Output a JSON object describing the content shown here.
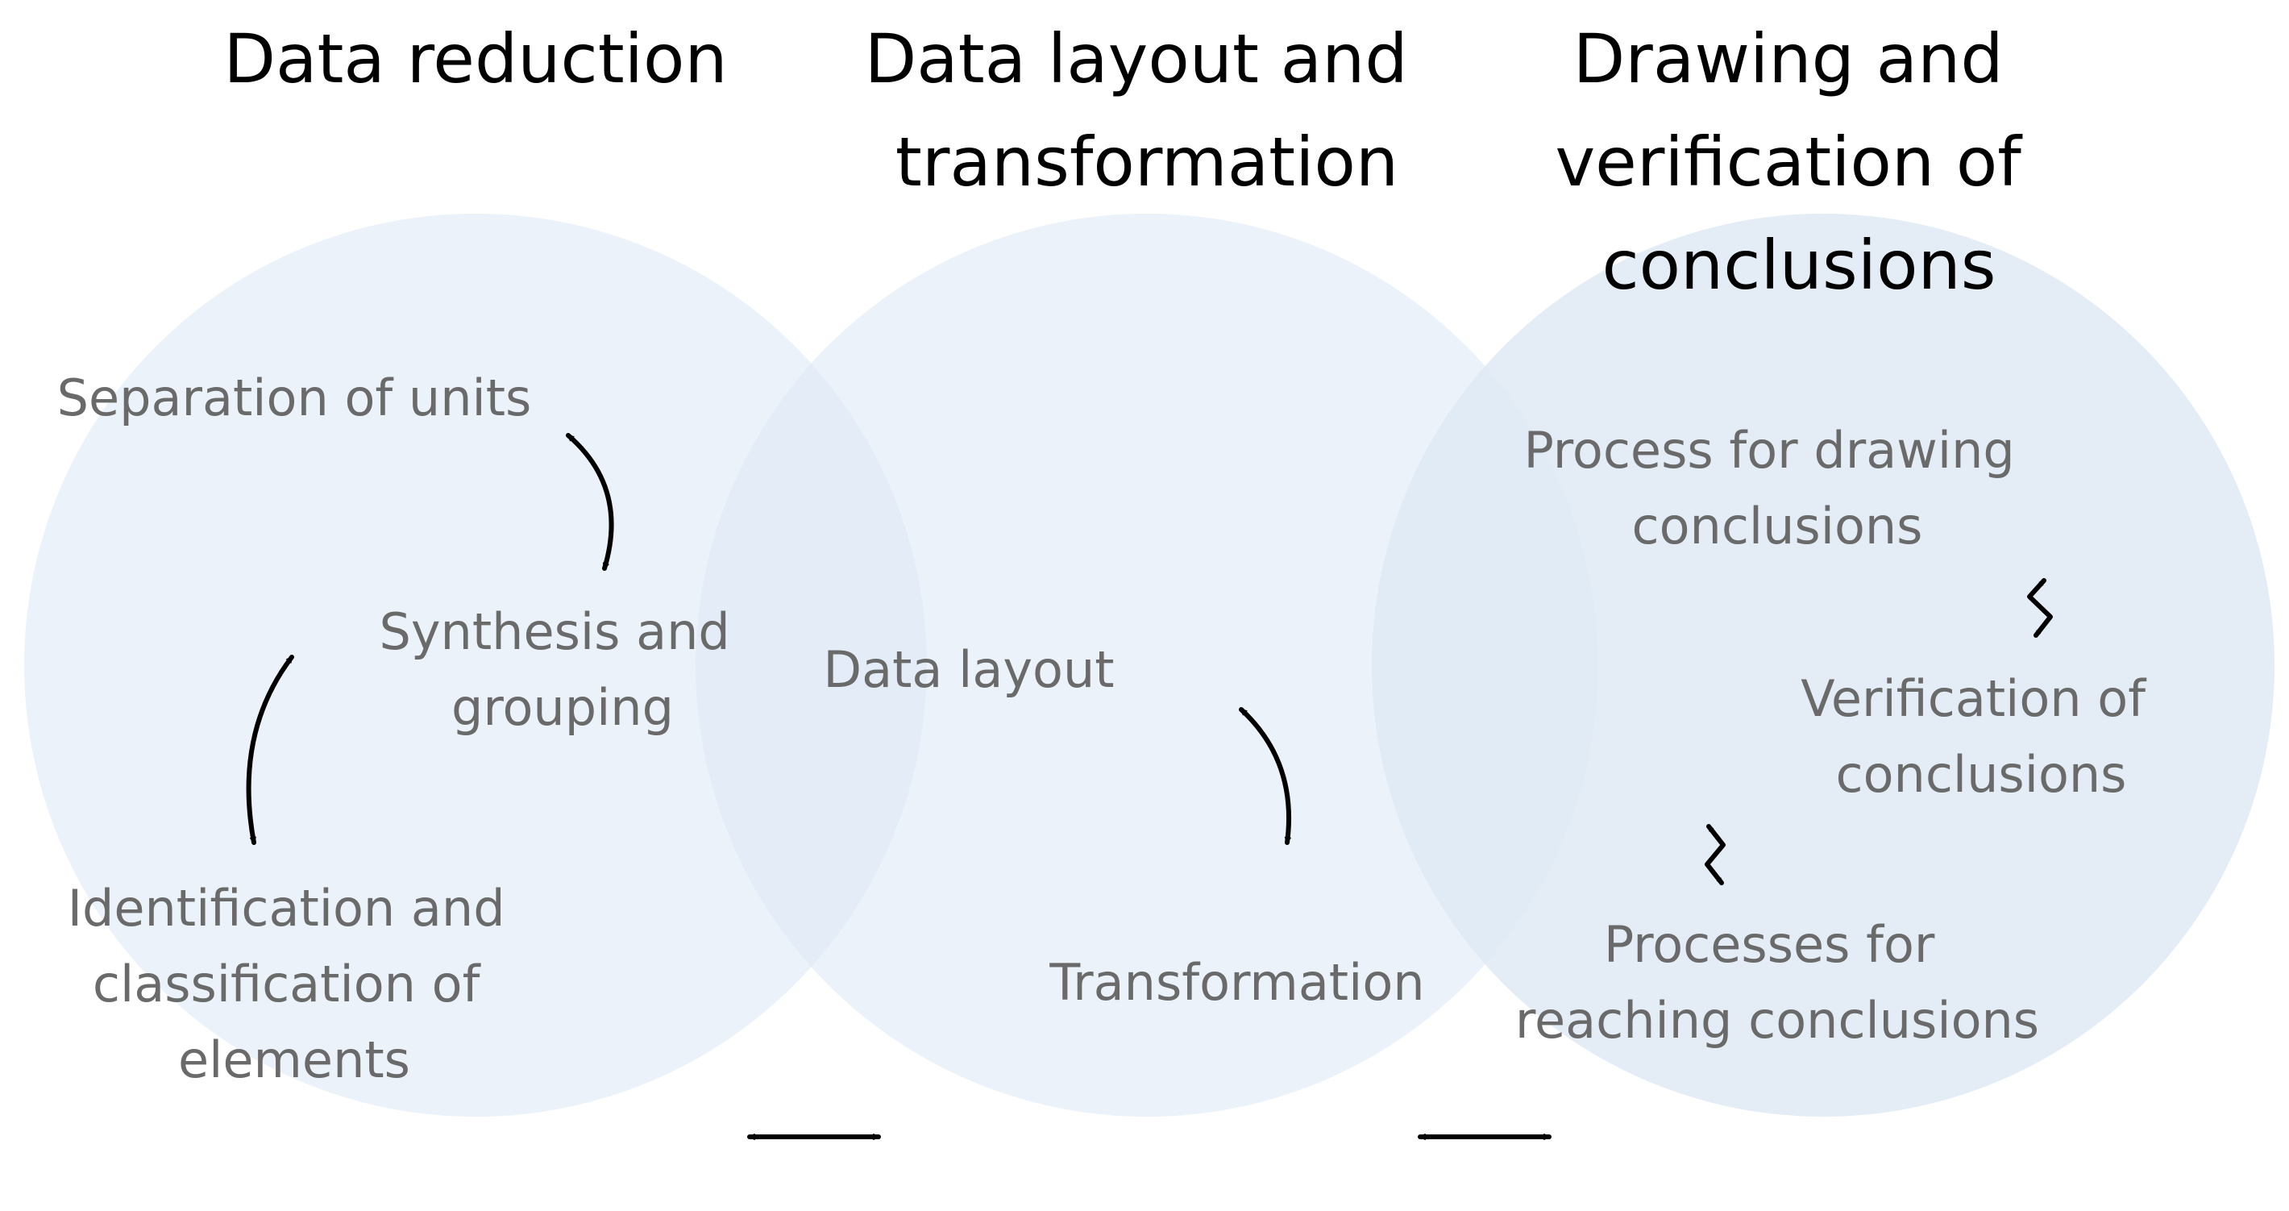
{
  "colors": {
    "circle_fill": "#dfeaf5",
    "heading_text": "#000000",
    "label_text": "#6a6a6a",
    "arrow": "#000000"
  },
  "stages": [
    {
      "heading": [
        "Data reduction"
      ],
      "items": [
        [
          "Separation of units"
        ],
        [
          "Synthesis and",
          "grouping"
        ],
        [
          "Identification and",
          "classification of",
          "elements"
        ]
      ]
    },
    {
      "heading": [
        "Data layout and",
        "transformation"
      ],
      "items": [
        [
          "Data layout"
        ],
        [
          "Transformation"
        ]
      ]
    },
    {
      "heading": [
        "Drawing and",
        "verification of",
        "conclusions"
      ],
      "items": [
        [
          "Process for drawing",
          "conclusions"
        ],
        [
          "Verification of",
          "conclusions"
        ],
        [
          "Processes for",
          "reaching conclusions"
        ]
      ]
    }
  ]
}
